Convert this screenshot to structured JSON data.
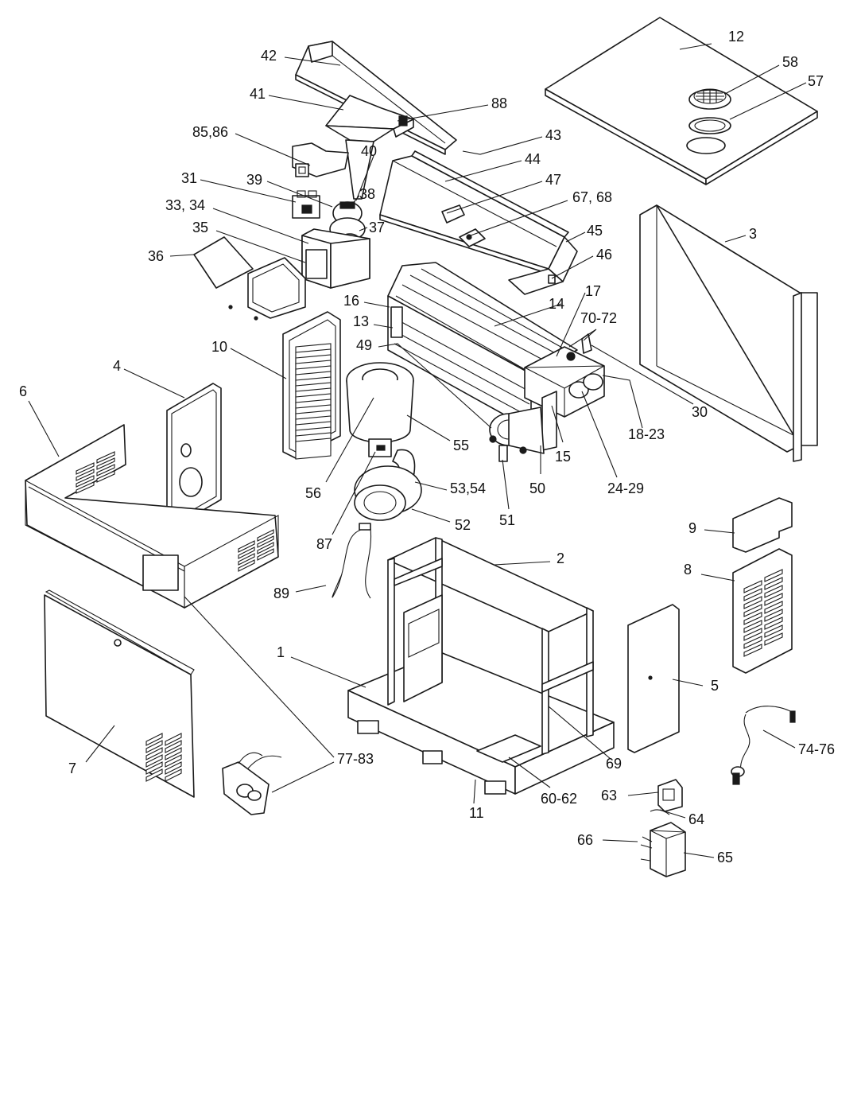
{
  "labels": {
    "l1": "1",
    "l2": "2",
    "l3": "3",
    "l4": "4",
    "l5": "5",
    "l6": "6",
    "l7": "7",
    "l8": "8",
    "l9": "9",
    "l10": "10",
    "l11": "11",
    "l12": "12",
    "l13": "13",
    "l14": "14",
    "l15": "15",
    "l16": "16",
    "l17": "17",
    "l18_23": "18-23",
    "l24_29": "24-29",
    "l30": "30",
    "l31": "31",
    "l33_34": "33, 34",
    "l35": "35",
    "l36": "36",
    "l37": "37",
    "l38": "38",
    "l39": "39",
    "l40": "40",
    "l41": "41",
    "l42": "42",
    "l43": "43",
    "l44": "44",
    "l45": "45",
    "l46": "46",
    "l47": "47",
    "l49": "49",
    "l50": "50",
    "l51": "51",
    "l52": "52",
    "l53_54": "53,54",
    "l55": "55",
    "l56": "56",
    "l57": "57",
    "l58": "58",
    "l60_62": "60-62",
    "l63": "63",
    "l64": "64",
    "l65": "65",
    "l66": "66",
    "l67_68": "67, 68",
    "l69": "69",
    "l70_72": "70-72",
    "l74_76": "74-76",
    "l77_83": "77-83",
    "l85_86": "85,86",
    "l87": "87",
    "l88": "88",
    "l89": "89"
  },
  "colors": {
    "line": "#1a1a1a",
    "paper": "#ffffff"
  }
}
